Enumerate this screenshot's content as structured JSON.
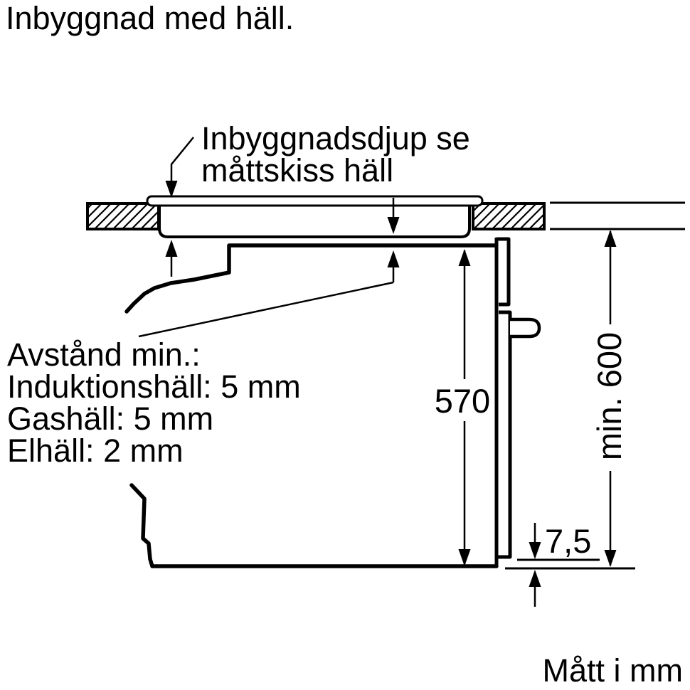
{
  "page": {
    "background": "#ffffff",
    "line_color": "#000000"
  },
  "labels": {
    "title": "Inbyggnad med häll.",
    "depth_callout_line1": "Inbyggnadsdjup se",
    "depth_callout_line2": "måttskiss häll",
    "clearance_line1": "Avstånd min.:",
    "clearance_line2": "Induktionshäll: 5 mm",
    "clearance_line3": "Gashäll: 5 mm",
    "clearance_line4": "Elhäll: 2 mm",
    "dim_570": "570",
    "dim_min_600": "min. 600",
    "dim_7_5": "7,5",
    "units_note": "Mått i mm"
  }
}
